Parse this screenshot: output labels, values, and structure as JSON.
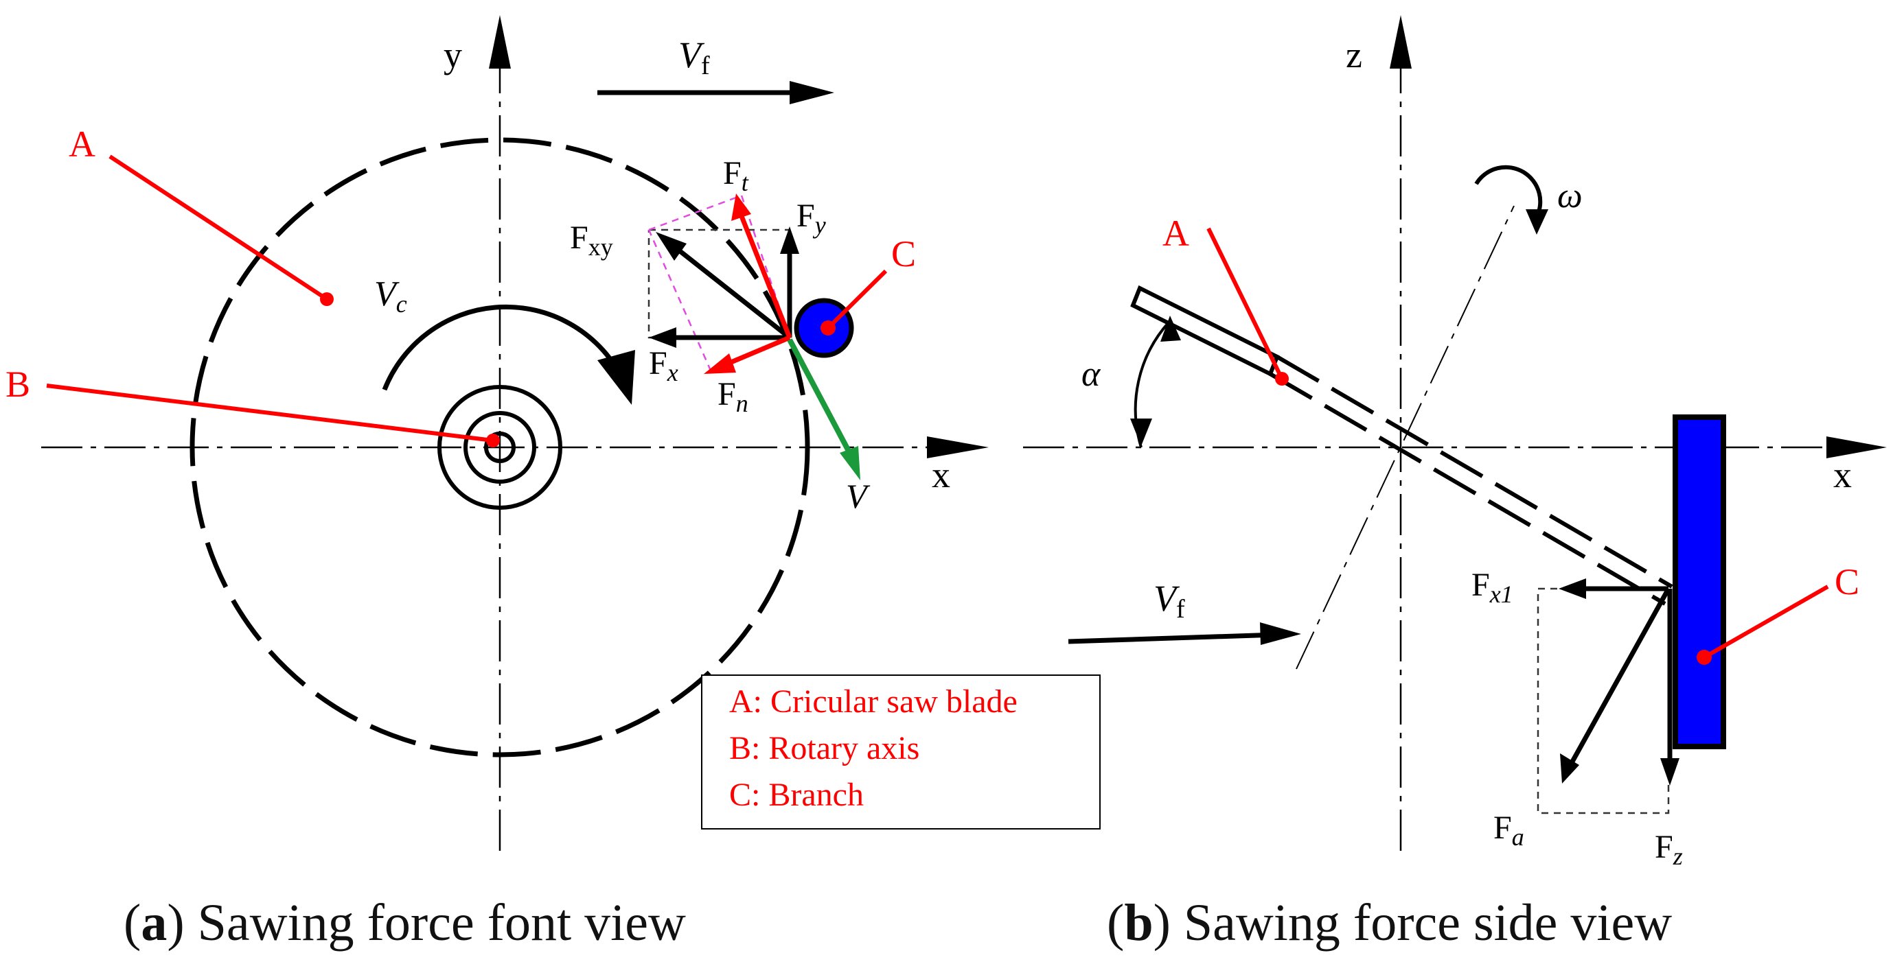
{
  "colors": {
    "label_red": "#ff0000",
    "branch_blue": "#0000ff",
    "velocity_green": "#1a9a3a",
    "construction_magenta": "#e04be0",
    "line_black": "#000000"
  },
  "front_view": {
    "axis_y": "y",
    "axis_x": "x",
    "feed": "V",
    "feed_sub": "f",
    "cut_speed": "V",
    "cut_speed_sub": "c",
    "label_a": "A",
    "label_b": "B",
    "label_c": "C",
    "force_t": "F",
    "force_t_sub": "t",
    "force_y": "F",
    "force_y_sub": "y",
    "force_xy": "F",
    "force_xy_sub": "xy",
    "force_x": "F",
    "force_x_sub": "x",
    "force_n": "F",
    "force_n_sub": "n",
    "velocity": "V",
    "legend": {
      "a": "A: Cricular saw blade",
      "b": "B: Rotary axis",
      "c": "C: Branch"
    },
    "caption_letter": "a",
    "caption_text": " Sawing force font view"
  },
  "side_view": {
    "axis_z": "z",
    "axis_x": "x",
    "omega": "ω",
    "alpha": "α",
    "feed": "V",
    "feed_sub": "f",
    "label_a": "A",
    "label_c": "C",
    "force_x1": "F",
    "force_x1_sub": "x1",
    "force_a": "F",
    "force_a_sub": "a",
    "force_z": "F",
    "force_z_sub": "z",
    "caption_letter": "b",
    "caption_text": " Sawing force side view"
  }
}
